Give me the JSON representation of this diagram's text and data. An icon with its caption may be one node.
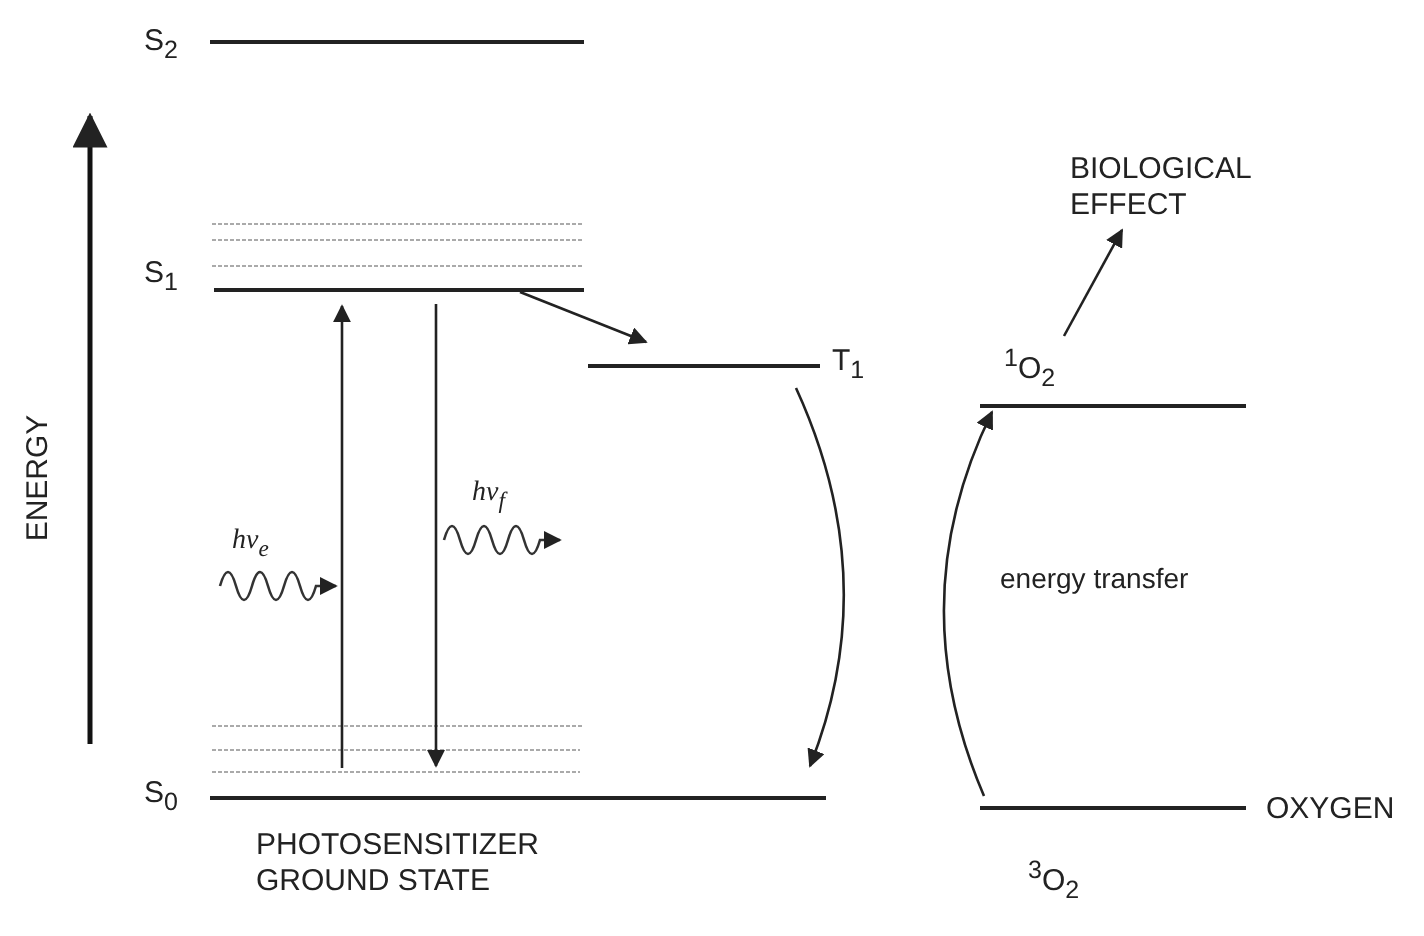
{
  "diagram": {
    "nodes": [
      {
        "text": [
          "S$_{2}$"
        ]
      },
      {
        "text": [
          "S$_{1}$"
        ]
      },
      {
        "text": [
          "T$_{1}$"
        ]
      },
      {
        "text": [
          "S$_{0}$"
        ],
        "beside": [
          "PHOTOSENSITIZER GROUND STATE"
        ]
      },
      {
        "text": [
          "$^{1}$O$_{2}$"
        ]
      },
      {
        "text": [
          "$^{3}$O$_{2}$"
        ],
        "beside": [
          "OXYGEN"
        ]
      },
      {
        "text": [
          "BIOLOGICAL EFFECT"
        ]
      }
    ],
    "edges": [
      {
        "from": 3,
        "to": 1,
        "arrow": "to"
      },
      {
        "from": 1,
        "to": 3,
        "arrow": "to"
      },
      {
        "from": 1,
        "to": 2,
        "arrow": "to"
      },
      {
        "from": 2,
        "to": 3,
        "arrow": "to"
      },
      {
        "from": 5,
        "to": 4,
        "arrow": "to"
      },
      {
        "from": 4,
        "to": 6,
        "arrow": "to"
      }
    ],
    "labels": [
      "ENERGY",
      "hν$_{e}$",
      "hν$_{f}$",
      "energy transfer"
    ]
  }
}
